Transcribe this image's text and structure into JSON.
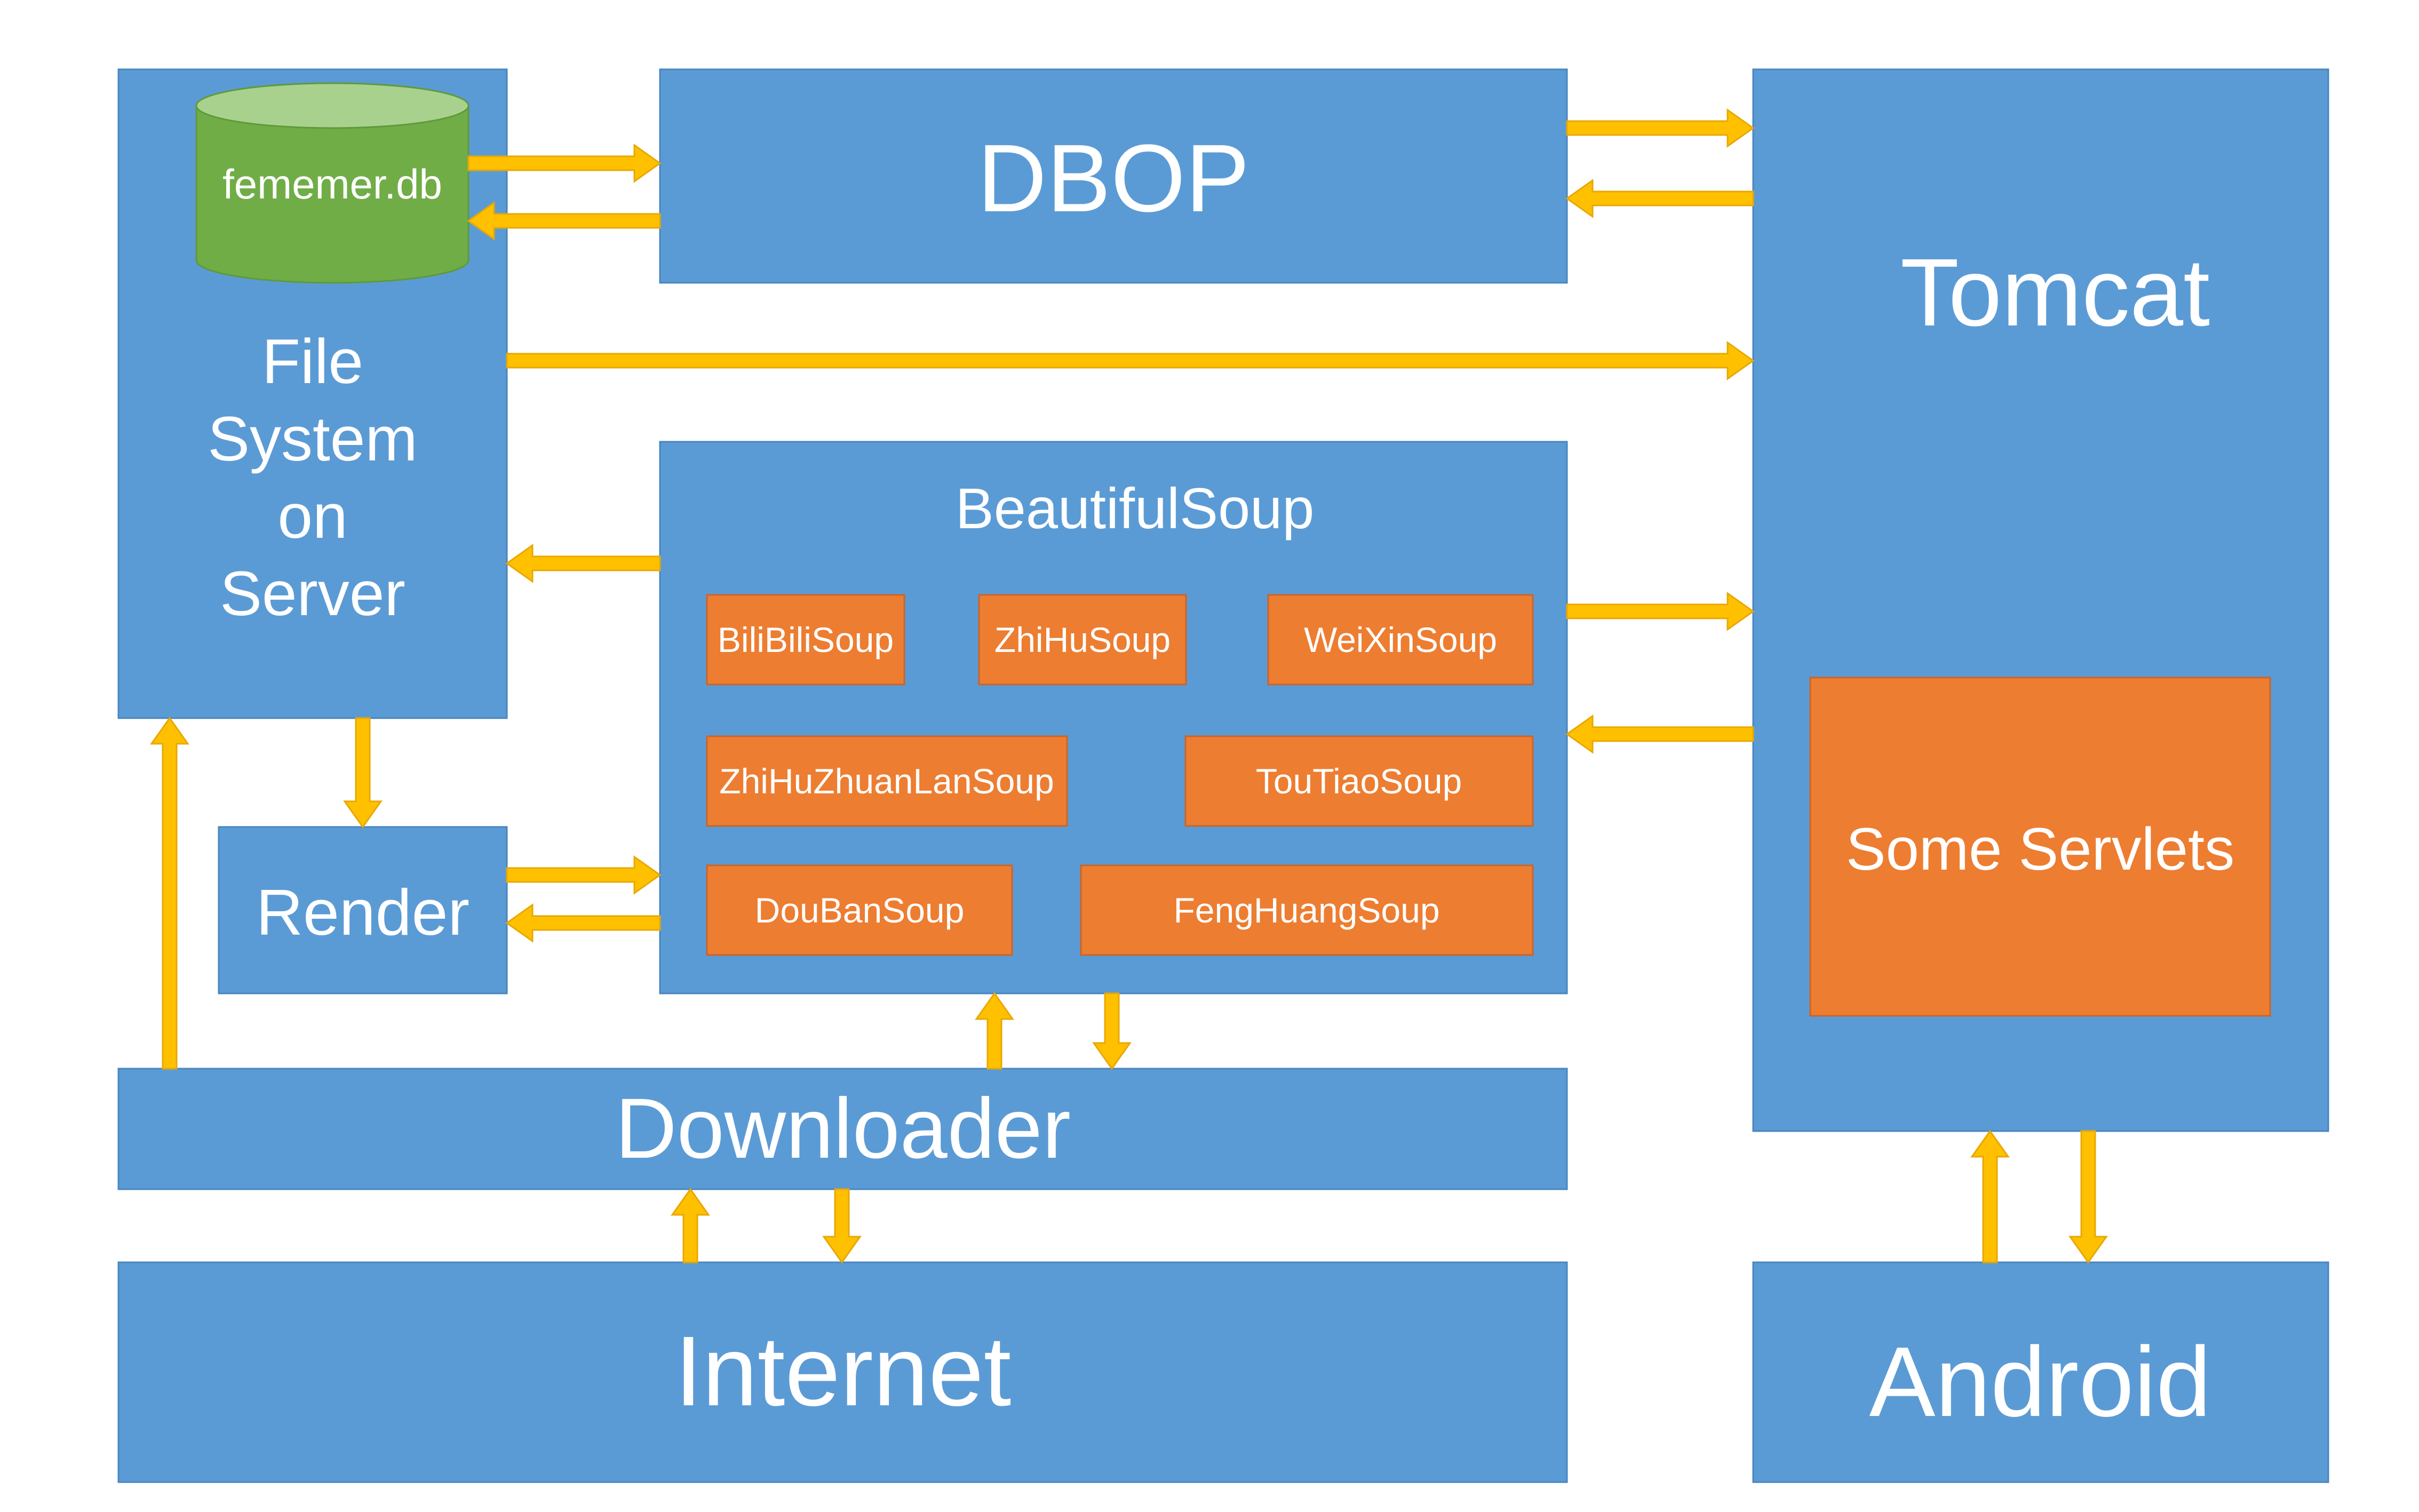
{
  "colors": {
    "blue": "#5B9BD5",
    "blue_edge": "#4A86BE",
    "orange": "#ED7D31",
    "orange_edge": "#C9652A",
    "arrow": "#FFC000",
    "arrow_edge": "#E8A800",
    "db_body": "#70AD47",
    "db_top": "#A9D18E",
    "text": "#FFFFFF"
  },
  "nodes": {
    "database": {
      "label": "fememer.db"
    },
    "file_system": {
      "lines": [
        "File",
        "System",
        "on",
        "Server"
      ]
    },
    "dbop": {
      "label": "DBOP"
    },
    "tomcat": {
      "label": "Tomcat"
    },
    "servlets": {
      "label": "Some Servlets"
    },
    "beautifulsoup": {
      "label": "BeautifulSoup"
    },
    "render": {
      "label": "Render"
    },
    "downloader": {
      "label": "Downloader"
    },
    "internet": {
      "label": "Internet"
    },
    "android": {
      "label": "Android"
    }
  },
  "soups": [
    "BiliBiliSoup",
    "ZhiHuSoup",
    "WeiXinSoup",
    "ZhiHuZhuanLanSoup",
    "TouTiaoSoup",
    "DouBanSoup",
    "FengHuangSoup"
  ],
  "connections": [
    {
      "from": "database",
      "to": "dbop"
    },
    {
      "from": "dbop",
      "to": "database"
    },
    {
      "from": "dbop",
      "to": "tomcat"
    },
    {
      "from": "tomcat",
      "to": "dbop"
    },
    {
      "from": "file_system",
      "to": "tomcat"
    },
    {
      "from": "beautifulsoup",
      "to": "file_system"
    },
    {
      "from": "beautifulsoup",
      "to": "tomcat"
    },
    {
      "from": "tomcat",
      "to": "beautifulsoup"
    },
    {
      "from": "file_system",
      "to": "render"
    },
    {
      "from": "render",
      "to": "beautifulsoup"
    },
    {
      "from": "beautifulsoup",
      "to": "render"
    },
    {
      "from": "downloader",
      "to": "file_system"
    },
    {
      "from": "downloader",
      "to": "beautifulsoup"
    },
    {
      "from": "beautifulsoup",
      "to": "downloader"
    },
    {
      "from": "internet",
      "to": "downloader"
    },
    {
      "from": "downloader",
      "to": "internet"
    },
    {
      "from": "android",
      "to": "tomcat"
    },
    {
      "from": "tomcat",
      "to": "android"
    }
  ]
}
